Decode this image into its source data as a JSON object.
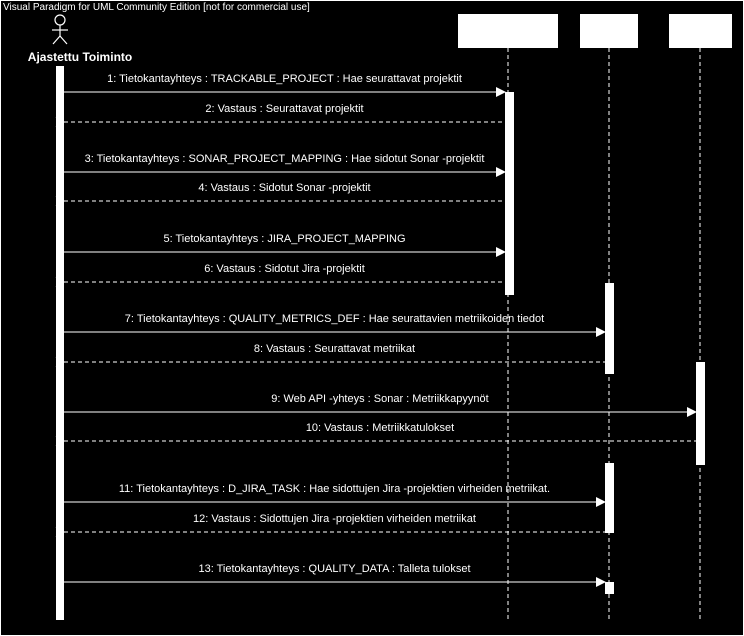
{
  "watermark": "Visual Paradigm for UML Community Edition [not for commercial use]",
  "actor": {
    "name": "Ajastettu Toiminto"
  },
  "lifelines": [
    {
      "id": "db1",
      "label": ""
    },
    {
      "id": "db2",
      "label": ""
    },
    {
      "id": "web",
      "label": ""
    }
  ],
  "messages": [
    {
      "label": "1: Tietokantayhteys : TRACKABLE_PROJECT : Hae seurattavat projektit",
      "kind": "call",
      "to": "db1"
    },
    {
      "label": "2: Vastaus : Seurattavat projektit",
      "kind": "reply",
      "to": "db1"
    },
    {
      "label": "3: Tietokantayhteys : SONAR_PROJECT_MAPPING : Hae sidotut Sonar -projektit",
      "kind": "call",
      "to": "db1"
    },
    {
      "label": "4: Vastaus : Sidotut Sonar -projektit",
      "kind": "reply",
      "to": "db1"
    },
    {
      "label": "5: Tietokantayhteys : JIRA_PROJECT_MAPPING",
      "kind": "call",
      "to": "db1"
    },
    {
      "label": "6: Vastaus : Sidotut Jira -projektit",
      "kind": "reply",
      "to": "db1"
    },
    {
      "label": "7: Tietokantayhteys : QUALITY_METRICS_DEF : Hae seurattavien metriikoiden tiedot",
      "kind": "call",
      "to": "db2"
    },
    {
      "label": "8: Vastaus : Seurattavat metriikat",
      "kind": "reply",
      "to": "db2"
    },
    {
      "label": "9: Web API -yhteys : Sonar : Metriikkapyynöt",
      "kind": "call",
      "to": "web"
    },
    {
      "label": "10: Vastaus : Metriikkatulokset",
      "kind": "reply",
      "to": "web"
    },
    {
      "label": "11: Tietokantayhteys : D_JIRA_TASK : Hae sidottujen Jira -projektien virheiden metriikat.",
      "kind": "call",
      "to": "db2"
    },
    {
      "label": "12: Vastaus : Sidottujen Jira -projektien virheiden metriikat",
      "kind": "reply",
      "to": "db2"
    },
    {
      "label": "13: Tietokantayhteys : QUALITY_DATA : Talleta tulokset",
      "kind": "call",
      "to": "db2"
    }
  ],
  "colors": {
    "background": "#000000",
    "foreground": "#ffffff"
  }
}
